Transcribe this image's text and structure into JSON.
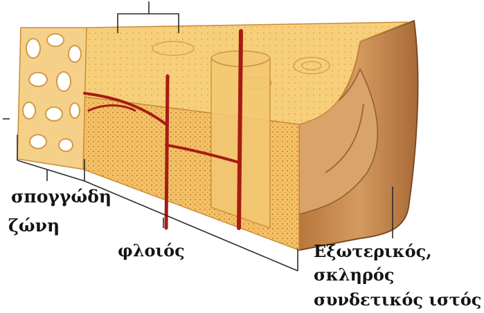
{
  "labels": {
    "spongy_zone_line1": "σπογγώδη",
    "spongy_zone_line2": "ζώνη",
    "cortex": "φλοιός",
    "outer_tissue_line1": "Εξωτερικός,",
    "outer_tissue_line2": "σκληρός",
    "outer_tissue_line3": "συνδετικός ιστός"
  },
  "colors": {
    "bone_light": "#f6cd72",
    "bone_mid": "#efb95a",
    "bone_dark": "#d99a3e",
    "vessel": "#a61c12",
    "periosteum": "#c98a4a",
    "periosteum_dark": "#8e5a2e",
    "leader_line": "#2a2a2a"
  }
}
